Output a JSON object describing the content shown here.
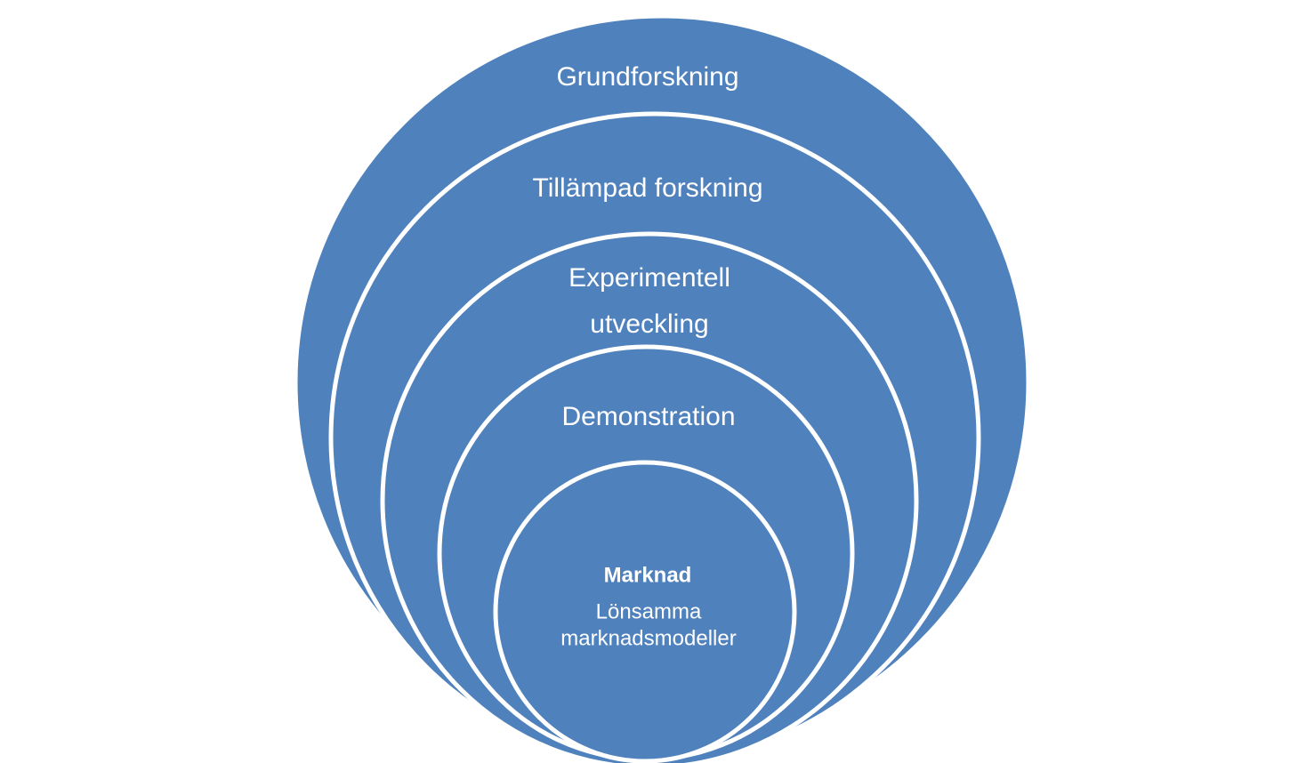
{
  "colors": {
    "fill": "#4F81BD",
    "stroke": "#FFFFFF",
    "text": "#FFFFFF",
    "accent": "#E31B1B"
  },
  "levels": [
    {
      "label": "Grundforskning"
    },
    {
      "label": "Tillämpad forskning"
    },
    {
      "label_line1": "Experimentell",
      "label_line2": "utveckling"
    },
    {
      "label": "Demonstration"
    },
    {
      "title": "Marknad",
      "subtitle_line1": "Lönsamma",
      "subtitle_line2": "marknadsmodeller"
    }
  ]
}
